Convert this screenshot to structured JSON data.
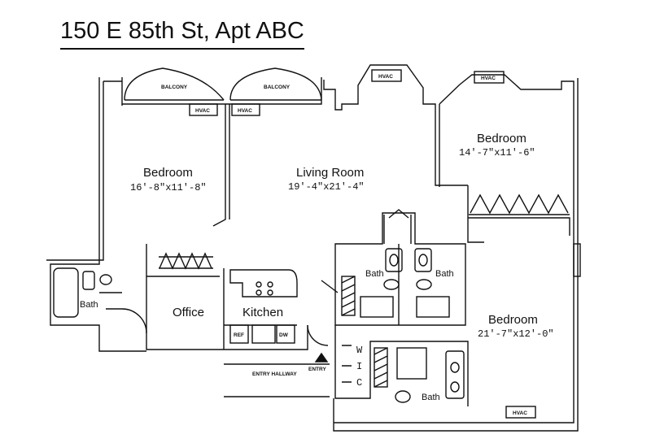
{
  "title": "150 E 85th St, Apt ABC",
  "rooms": {
    "bedroom_left": {
      "name": "Bedroom",
      "dims": "16'-8\"x11'-8\""
    },
    "living_room": {
      "name": "Living Room",
      "dims": "19'-4\"x21'-4\""
    },
    "bedroom_top_right": {
      "name": "Bedroom",
      "dims": "14'-7\"x11'-6\""
    },
    "bedroom_bottom_right": {
      "name": "Bedroom",
      "dims": "21'-7\"x12'-0\""
    },
    "office": {
      "name": "Office"
    },
    "kitchen": {
      "name": "Kitchen"
    }
  },
  "labels": {
    "balcony": "BALCONY",
    "hvac": "HVAC",
    "bath": "Bath",
    "ref": "REF",
    "dw": "DW",
    "entry": "ENTRY",
    "entry_hallway": "ENTRY HALLWAY",
    "wic_w": "W",
    "wic_i": "I",
    "wic_c": "C"
  }
}
